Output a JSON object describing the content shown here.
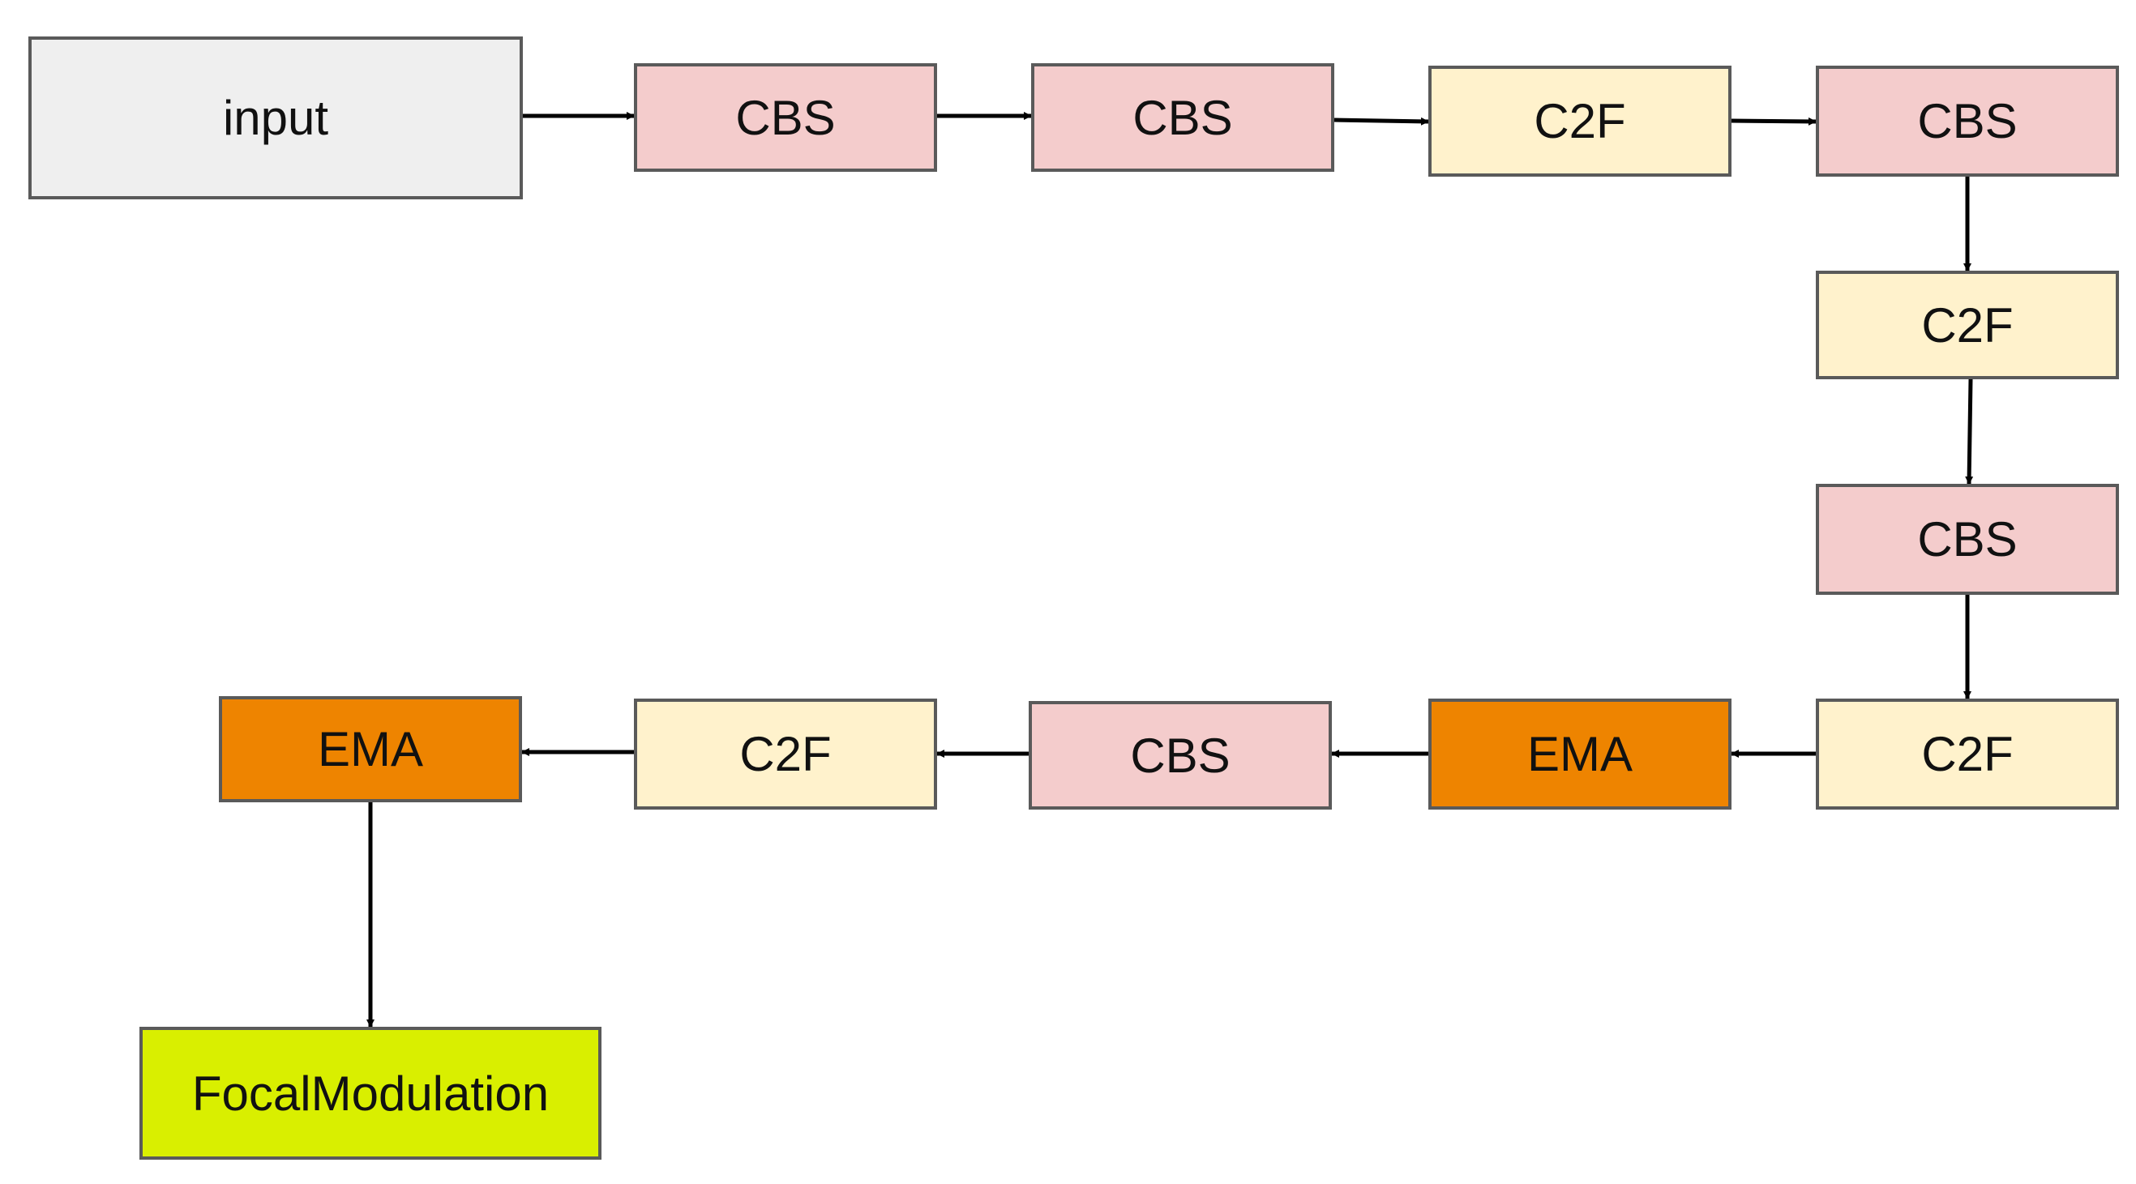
{
  "nodes": {
    "input": "input",
    "cbs_1": "CBS",
    "cbs_2": "CBS",
    "c2f_1": "C2F",
    "cbs_3": "CBS",
    "c2f_2": "C2F",
    "cbs_4": "CBS",
    "c2f_3": "C2F",
    "ema_1": "EMA",
    "cbs_5": "CBS",
    "c2f_4": "C2F",
    "ema_2": "EMA",
    "focal": "FocalModulation"
  },
  "colors": {
    "input": "#efefef",
    "cbs": "#f4cccc",
    "c2f": "#fff2cc",
    "ema": "#ee8400",
    "focal": "#d9ef00",
    "border": "#5a5a5a",
    "arrow": "#000000"
  },
  "edges": [
    [
      "input",
      "cbs_1"
    ],
    [
      "cbs_1",
      "cbs_2"
    ],
    [
      "cbs_2",
      "c2f_1"
    ],
    [
      "c2f_1",
      "cbs_3"
    ],
    [
      "cbs_3",
      "c2f_2"
    ],
    [
      "c2f_2",
      "cbs_4"
    ],
    [
      "cbs_4",
      "c2f_3"
    ],
    [
      "c2f_3",
      "ema_1"
    ],
    [
      "ema_1",
      "cbs_5"
    ],
    [
      "cbs_5",
      "c2f_4"
    ],
    [
      "c2f_4",
      "ema_2"
    ],
    [
      "ema_2",
      "focal"
    ]
  ]
}
